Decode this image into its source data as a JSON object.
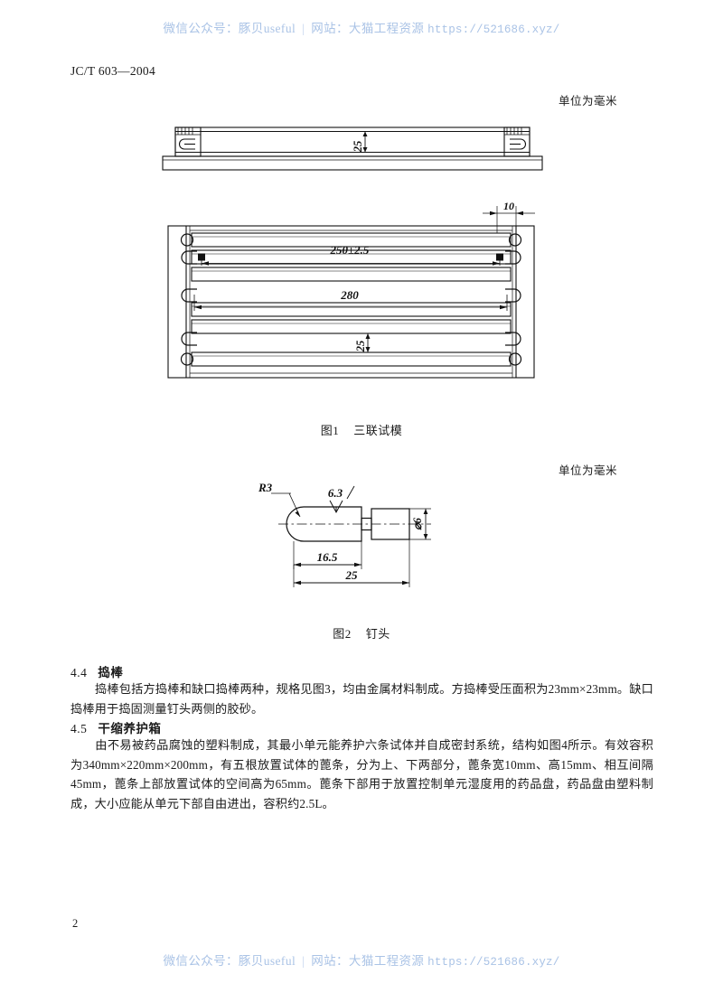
{
  "watermark": {
    "label_wechat": "微信公众号：豚贝useful",
    "separator": "|",
    "label_site": "网站：大猫工程资源",
    "url": "https://521686.xyz/"
  },
  "header": {
    "standard_number": "JC/T 603—2004"
  },
  "unit_notes": {
    "figure1": "单位为毫米",
    "figure2": "单位为毫米"
  },
  "figures": {
    "figure1": {
      "label": "图1",
      "title": "三联试模",
      "dimensions": {
        "elevation_height": "25",
        "plan_length_tolerance": "250±2.5",
        "plan_overall_length": "280",
        "plan_channel_width": "25",
        "plan_edge_width": "10"
      }
    },
    "figure2": {
      "label": "图2",
      "title": "钉头",
      "dimensions": {
        "radius": "R3",
        "surface_roughness": "6.3",
        "diameter": "6",
        "length_head": "16.5",
        "length_total": "25"
      }
    }
  },
  "sections": [
    {
      "number": "4.4",
      "title": "捣棒",
      "body": "捣棒包括方捣棒和缺口捣棒两种，规格见图3，均由金属材料制成。方捣棒受压面积为23mm×23mm。缺口捣棒用于捣固测量钉头两侧的胶砂。"
    },
    {
      "number": "4.5",
      "title": "干缩养护箱",
      "body": "由不易被药品腐蚀的塑料制成，其最小单元能养护六条试体并自成密封系统，结构如图4所示。有效容积为340mm×220mm×200mm，有五根放置试体的蓖条，分为上、下两部分，蓖条宽10mm、高15mm、相互间隔45mm，蓖条上部放置试体的空间高为65mm。蓖条下部用于放置控制单元湿度用的药品盘，药品盘由塑料制成，大小应能从单元下部自由进出，容积约2.5L。"
    }
  ],
  "footer": {
    "page_number": "2"
  },
  "colors": {
    "watermark": "#aac3e6",
    "text": "#1a1a1a",
    "line": "#111111"
  }
}
